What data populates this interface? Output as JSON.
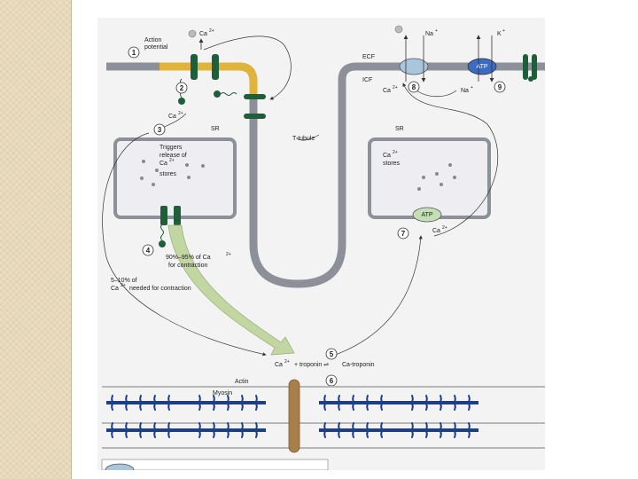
{
  "steps": [
    "1",
    "2",
    "3",
    "4",
    "5",
    "6",
    "7",
    "8",
    "9"
  ],
  "labels": {
    "action_potential_1": "Action",
    "action_potential_2": "potential",
    "ca_top": "Ca",
    "na": "Na",
    "k": "K",
    "ecf": "ECF",
    "icf": "ICF",
    "atp": "ATP",
    "ca_3": "Ca",
    "sr": "SR",
    "triggers_1": "Triggers",
    "triggers_2": "release of",
    "triggers_3": "Ca",
    "triggers_4": "stores",
    "t_tubule": "T-tubule",
    "stores_1": "Ca",
    "stores_2": "stores",
    "ca_7": "Ca",
    "pct90_1": "90%–95% of Ca",
    "pct90_2": "for contraction",
    "pct5_1": "5–10% of",
    "pct5_2": "Ca",
    "pct5_3": "needed for contraction",
    "eq_ca": "Ca",
    "eq_plus": "+ troponin ⇌",
    "eq_ca_troponin": "Ca-troponin",
    "actin": "Actin",
    "myosin": "Myosin",
    "sup_2plus": "2+",
    "sup_plus": "+"
  },
  "colors": {
    "membrane": "#8e9099",
    "sr_border": "#8e9099",
    "sr_fill": "#eeeef2",
    "channel": "#1f5e3b",
    "yellow": "#e0b43a",
    "pump_blue": "#3a6cc4",
    "exchanger": "#a9c6df",
    "atp_green": "#c3dfb3",
    "filament": "#1d3e8a",
    "zline": "#a77f48",
    "arrow": "#c2d6a2",
    "panel_bg": "#f3f3f3"
  }
}
